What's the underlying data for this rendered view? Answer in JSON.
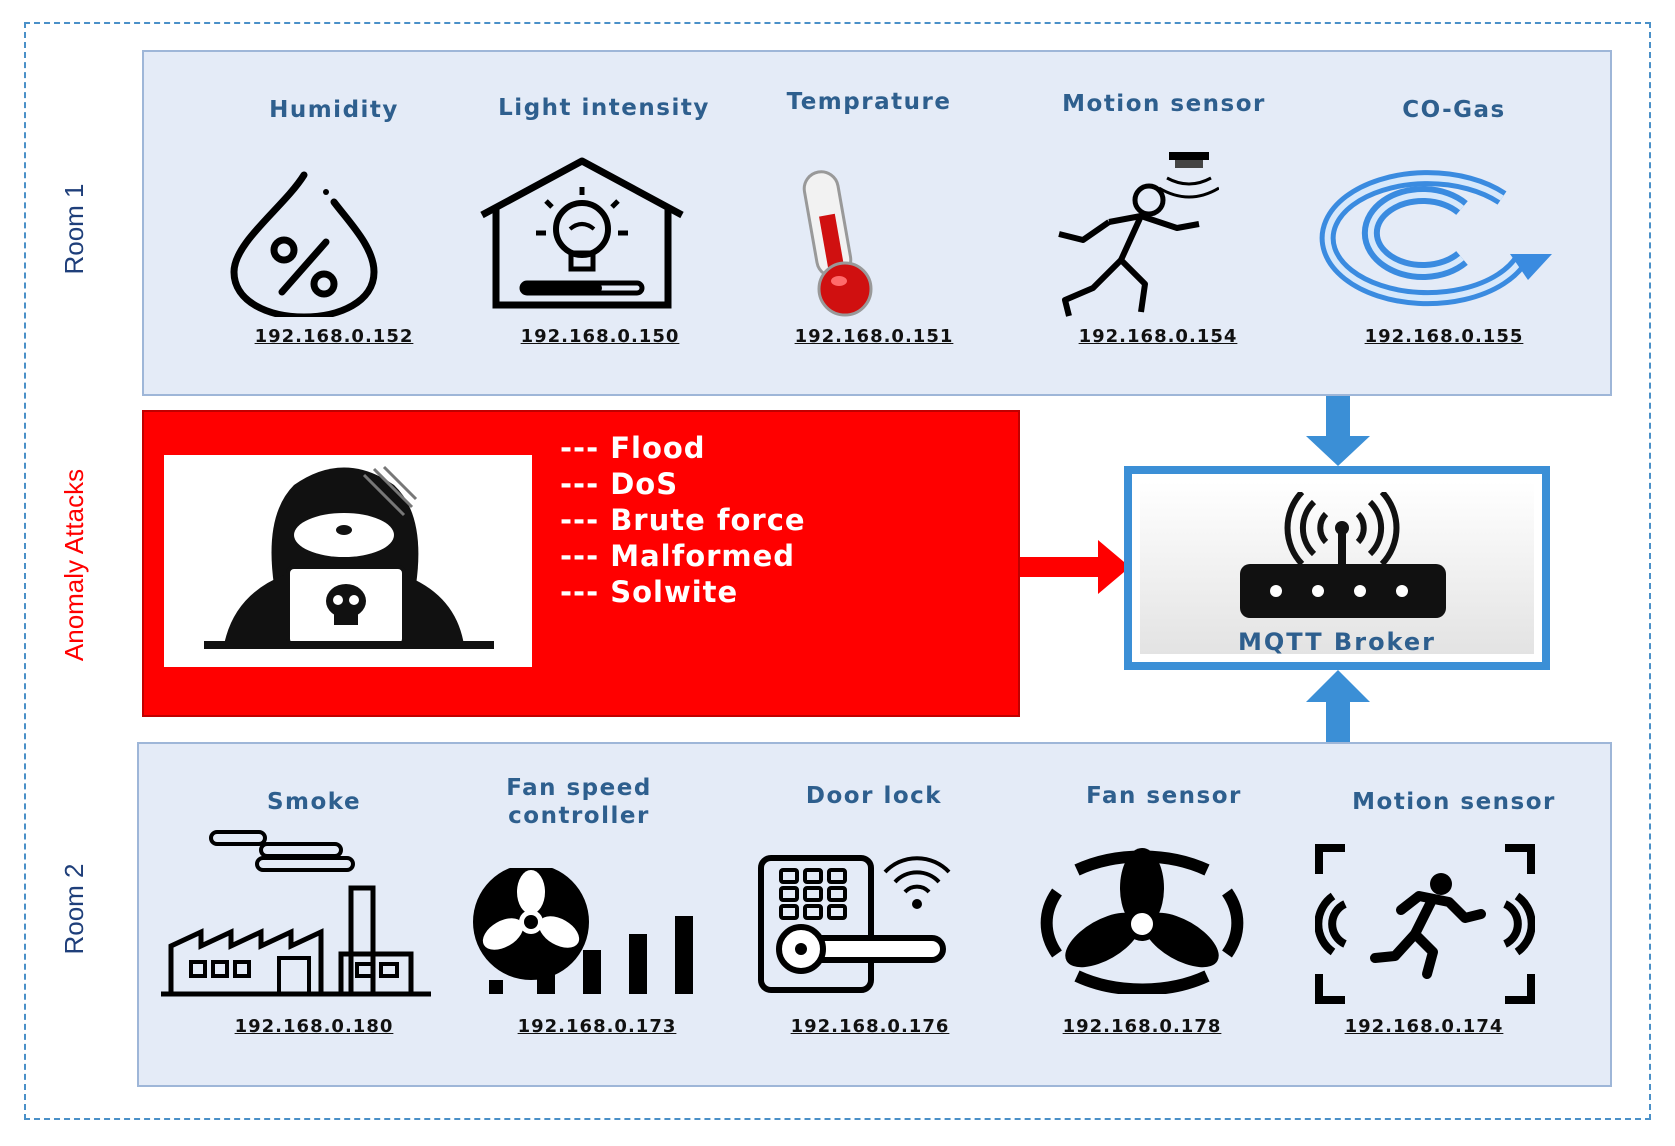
{
  "labels": {
    "room1": "Room 1",
    "attacks": "Anomaly Attacks",
    "room2": "Room 2"
  },
  "colors": {
    "room_fill": "#e4ebf7",
    "attack_red": "#ff0000",
    "broker_blue": "#3b8fd6",
    "title_blue": "#2e5f8e",
    "dashed_border": "#4a90c8"
  },
  "room1": {
    "devices": [
      {
        "name": "Humidity",
        "ip": "192.168.0.152",
        "icon": "humidity-drop-icon"
      },
      {
        "name": "Light intensity",
        "ip": "192.168.0.150",
        "icon": "light-house-icon"
      },
      {
        "name": "Temprature",
        "ip": "192.168.0.151",
        "icon": "thermometer-icon"
      },
      {
        "name": "Motion sensor",
        "ip": "192.168.0.154",
        "icon": "motion-person-icon"
      },
      {
        "name": "CO-Gas",
        "ip": "192.168.0.155",
        "icon": "co-gas-icon"
      }
    ]
  },
  "attacks": {
    "icon": "hacker-icon",
    "items": [
      "--- Flood",
      "--- DoS",
      "--- Brute force",
      "--- Malformed",
      "--- Solwite"
    ]
  },
  "broker": {
    "label": "MQTT Broker",
    "icon": "router-wifi-icon"
  },
  "room2": {
    "devices": [
      {
        "name": "Smoke",
        "ip": "192.168.0.180",
        "icon": "factory-smoke-icon"
      },
      {
        "name": "Fan speed controller",
        "name_line1": "Fan speed",
        "name_line2": "controller",
        "ip": "192.168.0.173",
        "icon": "fan-speed-icon"
      },
      {
        "name": "Door lock",
        "ip": "192.168.0.176",
        "icon": "door-lock-icon"
      },
      {
        "name": "Fan sensor",
        "ip": "192.168.0.178",
        "icon": "fan-icon"
      },
      {
        "name": "Motion sensor",
        "ip": "192.168.0.174",
        "icon": "motion-frame-icon"
      }
    ]
  }
}
